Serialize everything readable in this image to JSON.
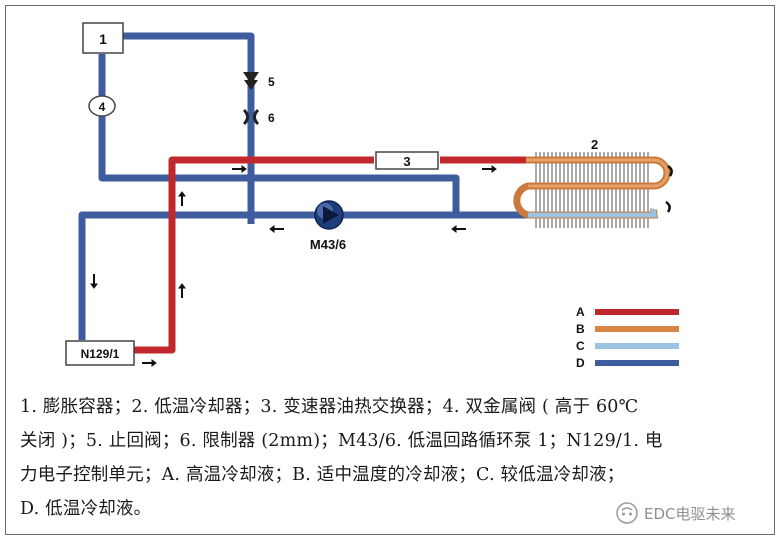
{
  "diagram": {
    "labels": {
      "box1": "1",
      "valve4": "4",
      "check5": "5",
      "restrictor6": "6",
      "box3": "3",
      "cooler2": "2",
      "pump": "M43/6",
      "control_unit": "N129/1"
    },
    "legend": [
      {
        "key": "A",
        "color": "#c0282d"
      },
      {
        "key": "B",
        "color": "#d98543"
      },
      {
        "key": "C",
        "color": "#9cc3e1"
      },
      {
        "key": "D",
        "color": "#3e5c9e"
      }
    ],
    "colors": {
      "red": "#c0282d",
      "blue": "#3e5c9e",
      "orange": "#d98543",
      "lightblue": "#9cc3e1"
    }
  },
  "caption": {
    "line1": "1. 膨胀容器；2. 低温冷却器；3. 变速器油热交换器；4. 双金属阀 ( 高于 60℃",
    "line2": "关闭 )；5. 止回阀；6. 限制器 (2mm)；M43/6. 低温回路循环泵 1；N129/1. 电",
    "line3": "力电子控制单元；A. 高温冷却液；B. 适中温度的冷却液；C. 较低温冷却液；",
    "line4": "D. 低温冷却液。"
  },
  "watermark": {
    "text": "EDC电驱未来",
    "icon": "wechat-logo-icon"
  }
}
